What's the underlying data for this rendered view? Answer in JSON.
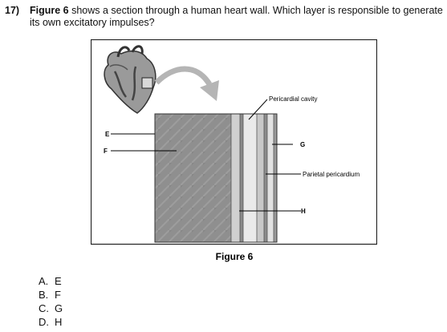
{
  "question": {
    "number": "17)",
    "figure_ref": "Figure 6",
    "text": " shows a section through a human heart wall. Which layer is responsible to generate its own excitatory impulses?"
  },
  "figure": {
    "caption": "Figure 6",
    "labels": {
      "E": "E",
      "F": "F",
      "G": "G",
      "H": "H",
      "pericardial_cavity": "Pericardial cavity",
      "parietal_pericardium": "Parietal pericardium"
    }
  },
  "options": [
    {
      "letter": "A.",
      "value": "E"
    },
    {
      "letter": "B.",
      "value": "F"
    },
    {
      "letter": "C.",
      "value": "G"
    },
    {
      "letter": "D.",
      "value": "H"
    }
  ]
}
